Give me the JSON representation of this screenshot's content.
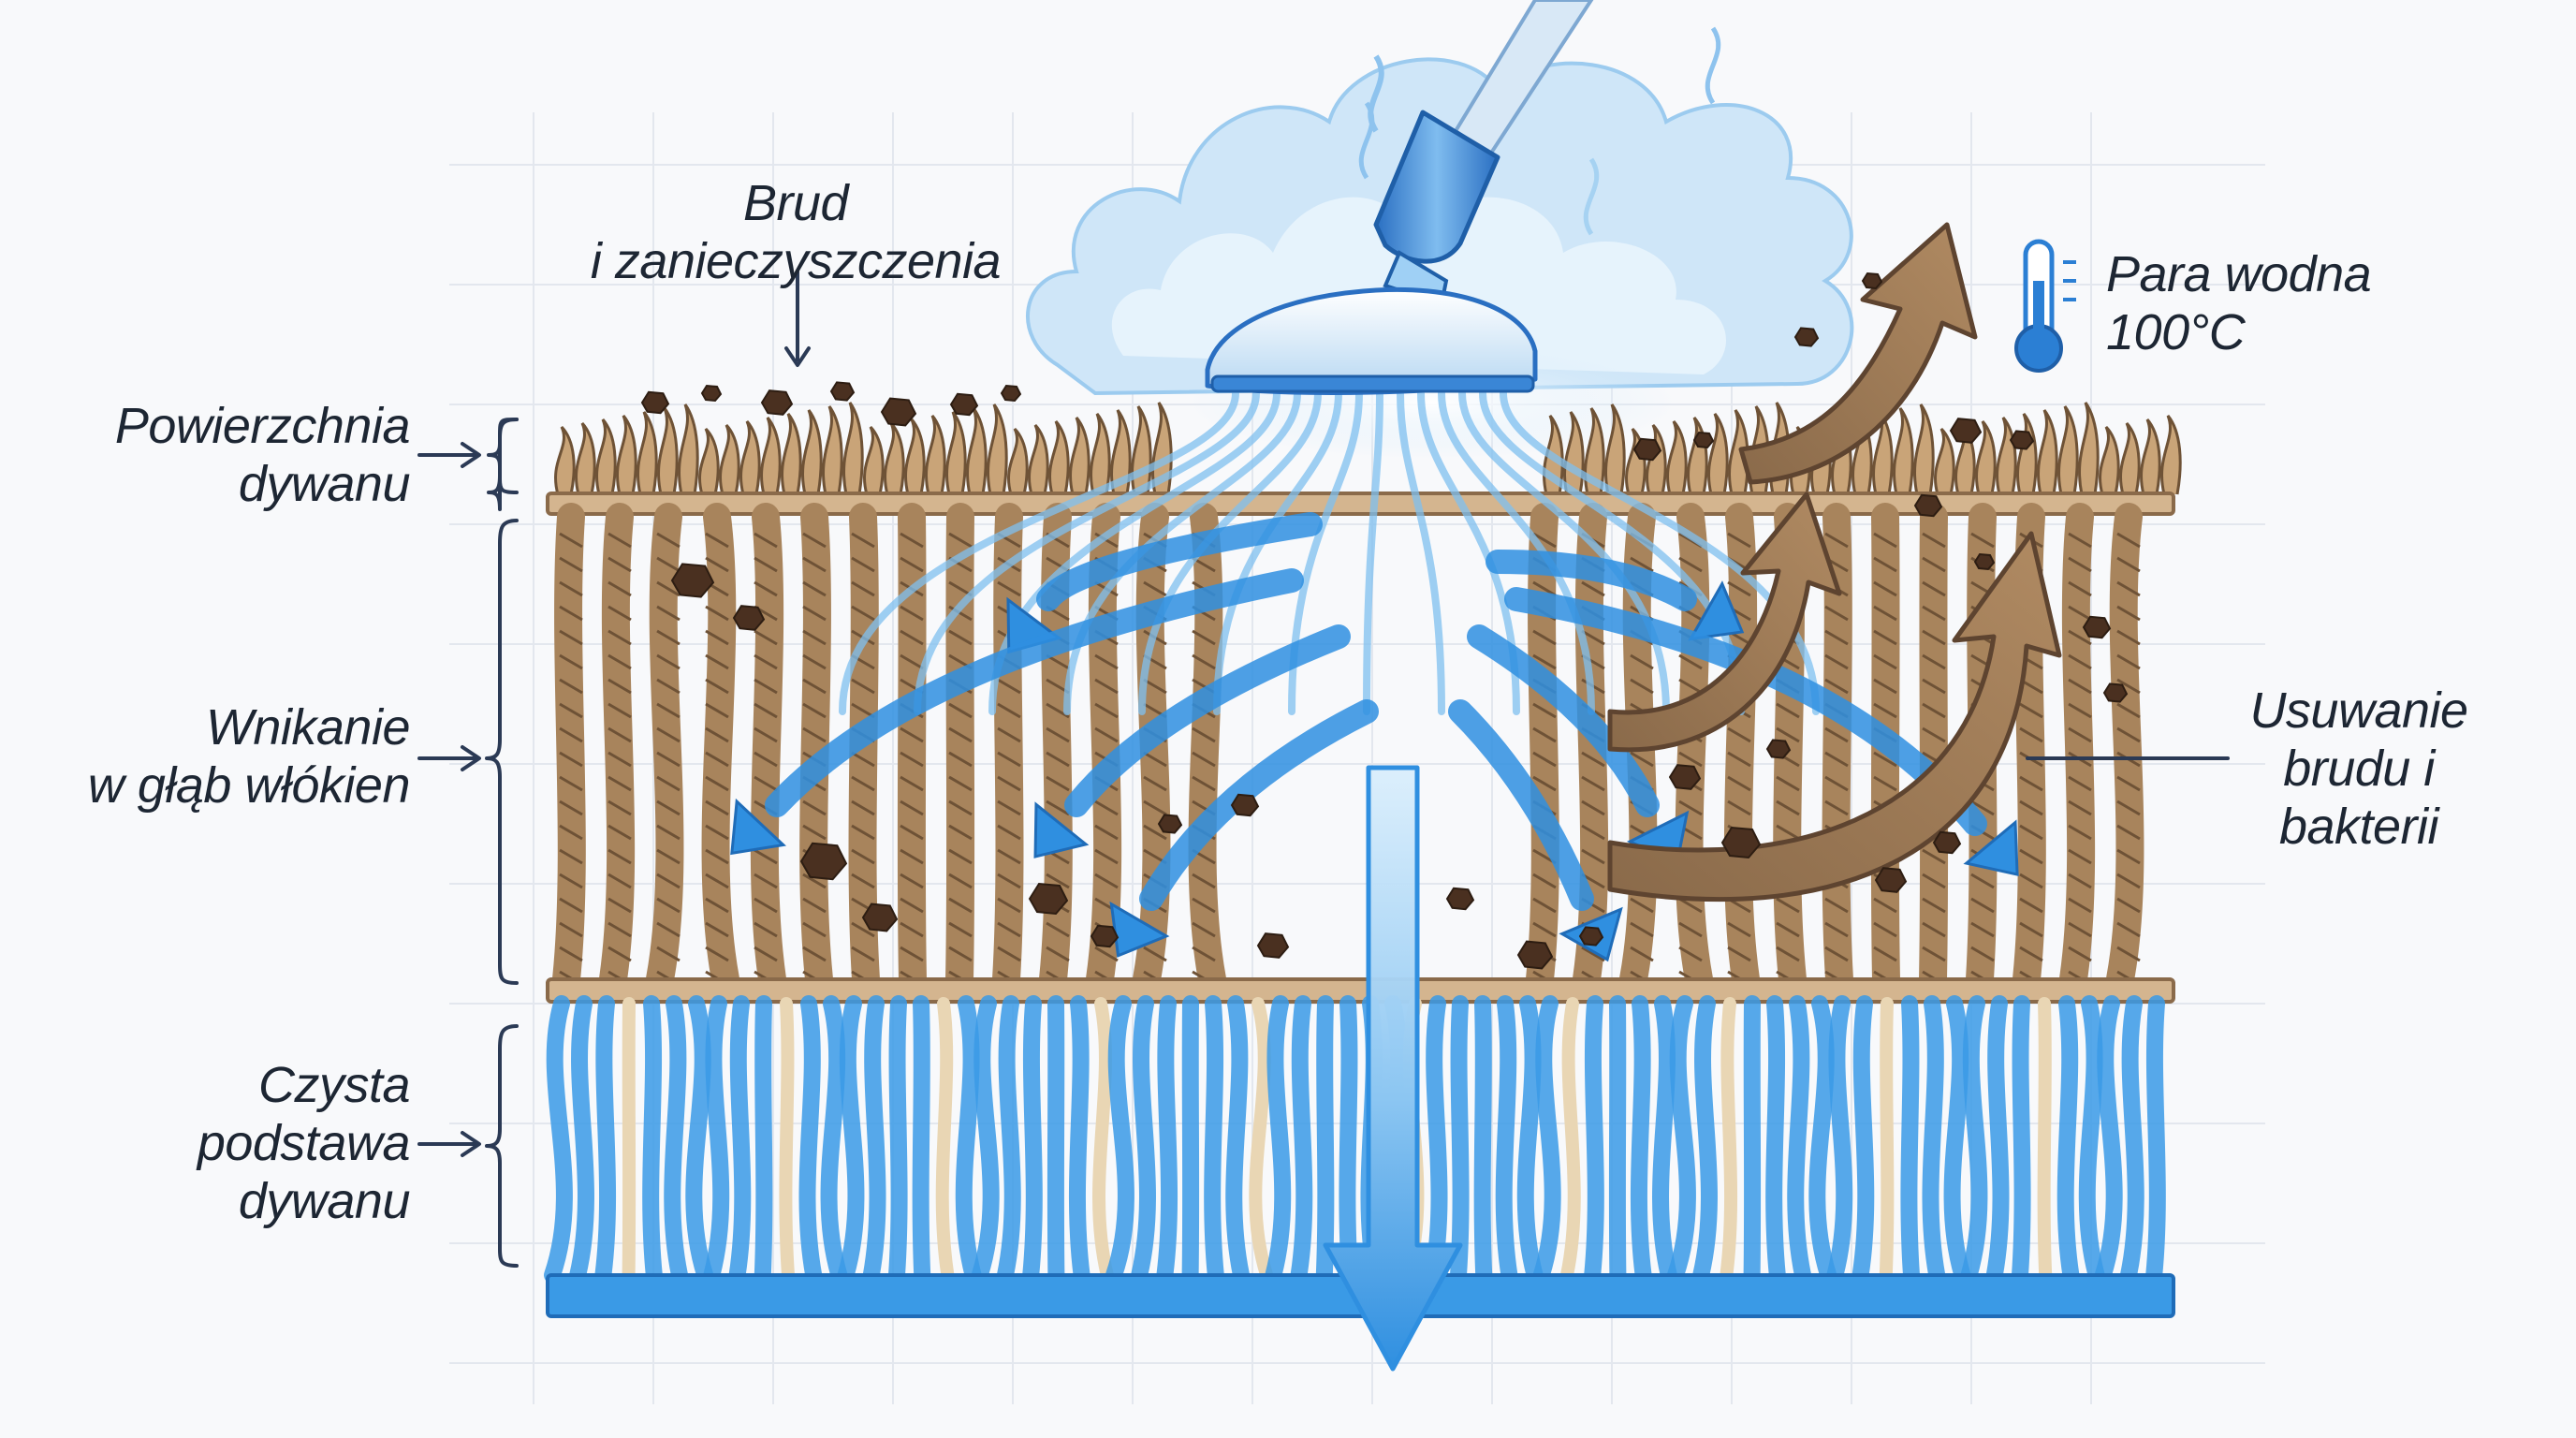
{
  "labels": {
    "dirt": {
      "line1": "Brud",
      "line2": "i zanieczyszczenia"
    },
    "steam": {
      "line1": "Para wodna",
      "line2": "100°C"
    },
    "surface": {
      "line1": "Powierzchnia",
      "line2": "dywanu"
    },
    "penetration": {
      "line1": "Wnikanie",
      "line2": "w głąb włókien"
    },
    "base": {
      "line1": "Czysta",
      "line2": "podstawa",
      "line3": "dywanu"
    },
    "removal": {
      "line1": "Usuwanie",
      "line2": "brudu i",
      "line3": "bakterii"
    }
  },
  "colors": {
    "background": "#f8f9fb",
    "grid": "#e3e7ee",
    "fiber_brown": "#a8845c",
    "fiber_brown_dark": "#6e5236",
    "dirt": "#4a3020",
    "steam_blue": "#2f8fe0",
    "steam_light": "#bfe0f8",
    "clean_blue": "#3a9ae6",
    "clean_cream": "#e9d6b4",
    "label_text": "#1d2633",
    "thermometer": "#2b7fd4"
  },
  "icons": [
    "thermometer-icon",
    "steam-nozzle-icon",
    "steam-cloud-icon"
  ]
}
